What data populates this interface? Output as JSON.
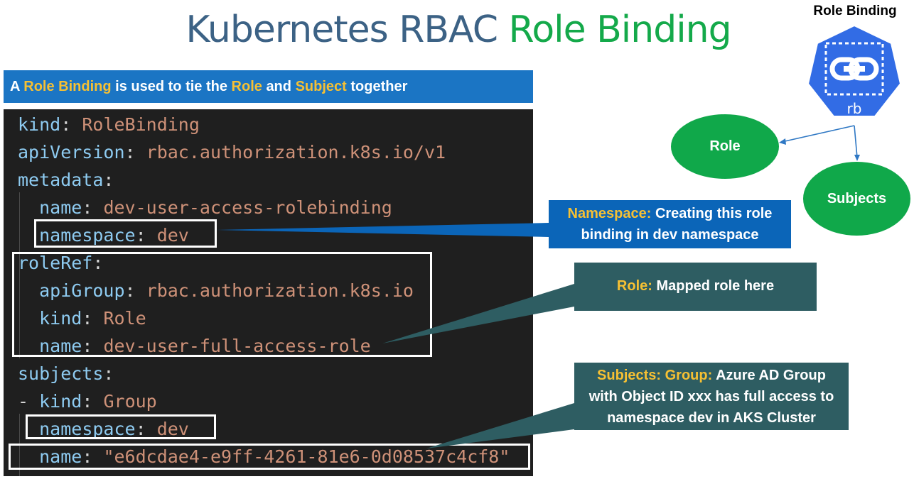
{
  "title": {
    "part1": "Kubernetes RBAC",
    "part2": "Role Binding"
  },
  "banner": {
    "t1": "A",
    "t2": "Role Binding",
    "t3": "is used to tie the",
    "t4": "Role",
    "t5": "and",
    "t6": "Subject",
    "t7": "together"
  },
  "code": {
    "kind_key": "kind",
    "kind_val": "RoleBinding",
    "api_key": "apiVersion",
    "api_val": "rbac.authorization.k8s.io/v1",
    "metadata_key": "metadata",
    "md_name_key": "name",
    "md_name_val": "dev-user-access-rolebinding",
    "md_ns_key": "namespace",
    "md_ns_val": "dev",
    "roleref_key": "roleRef",
    "rr_apigroup_key": "apiGroup",
    "rr_apigroup_val": "rbac.authorization.k8s.io",
    "rr_kind_key": "kind",
    "rr_kind_val": "Role",
    "rr_name_key": "name",
    "rr_name_val": "dev-user-full-access-role",
    "subjects_key": "subjects",
    "sub_dash": "-",
    "sub_kind_key": "kind",
    "sub_kind_val": "Group",
    "sub_ns_key": "namespace",
    "sub_ns_val": "dev",
    "sub_name_key": "name",
    "sub_name_val": "\"e6dcdae4-e9ff-4261-81e6-0d08537c4cf8\"",
    "colon": ":"
  },
  "callouts": {
    "namespace": {
      "label": "Namespace:",
      "text1": "Creating this role",
      "text2": "binding in dev namespace"
    },
    "role": {
      "label": "Role:",
      "text": "Mapped role here"
    },
    "subjects": {
      "label": "Subjects: Group:",
      "text1": "Azure AD Group",
      "text2": "with Object ID xxx has full access to",
      "text3": "namespace dev in AKS Cluster"
    }
  },
  "diagram": {
    "icon_title": "Role Binding",
    "icon_text": "rb",
    "icon_name": "link-icon",
    "role_node": "Role",
    "subjects_node": "Subjects"
  },
  "colors": {
    "title_blue": "#3c6285",
    "title_green": "#14a94a",
    "banner_blue": "#1b75c4",
    "highlight_yellow": "#f6c033",
    "code_bg": "#1f1f1f",
    "node_green": "#10a84a",
    "k8s_blue": "#326ce5",
    "callout_teal": "#2e5d62"
  }
}
